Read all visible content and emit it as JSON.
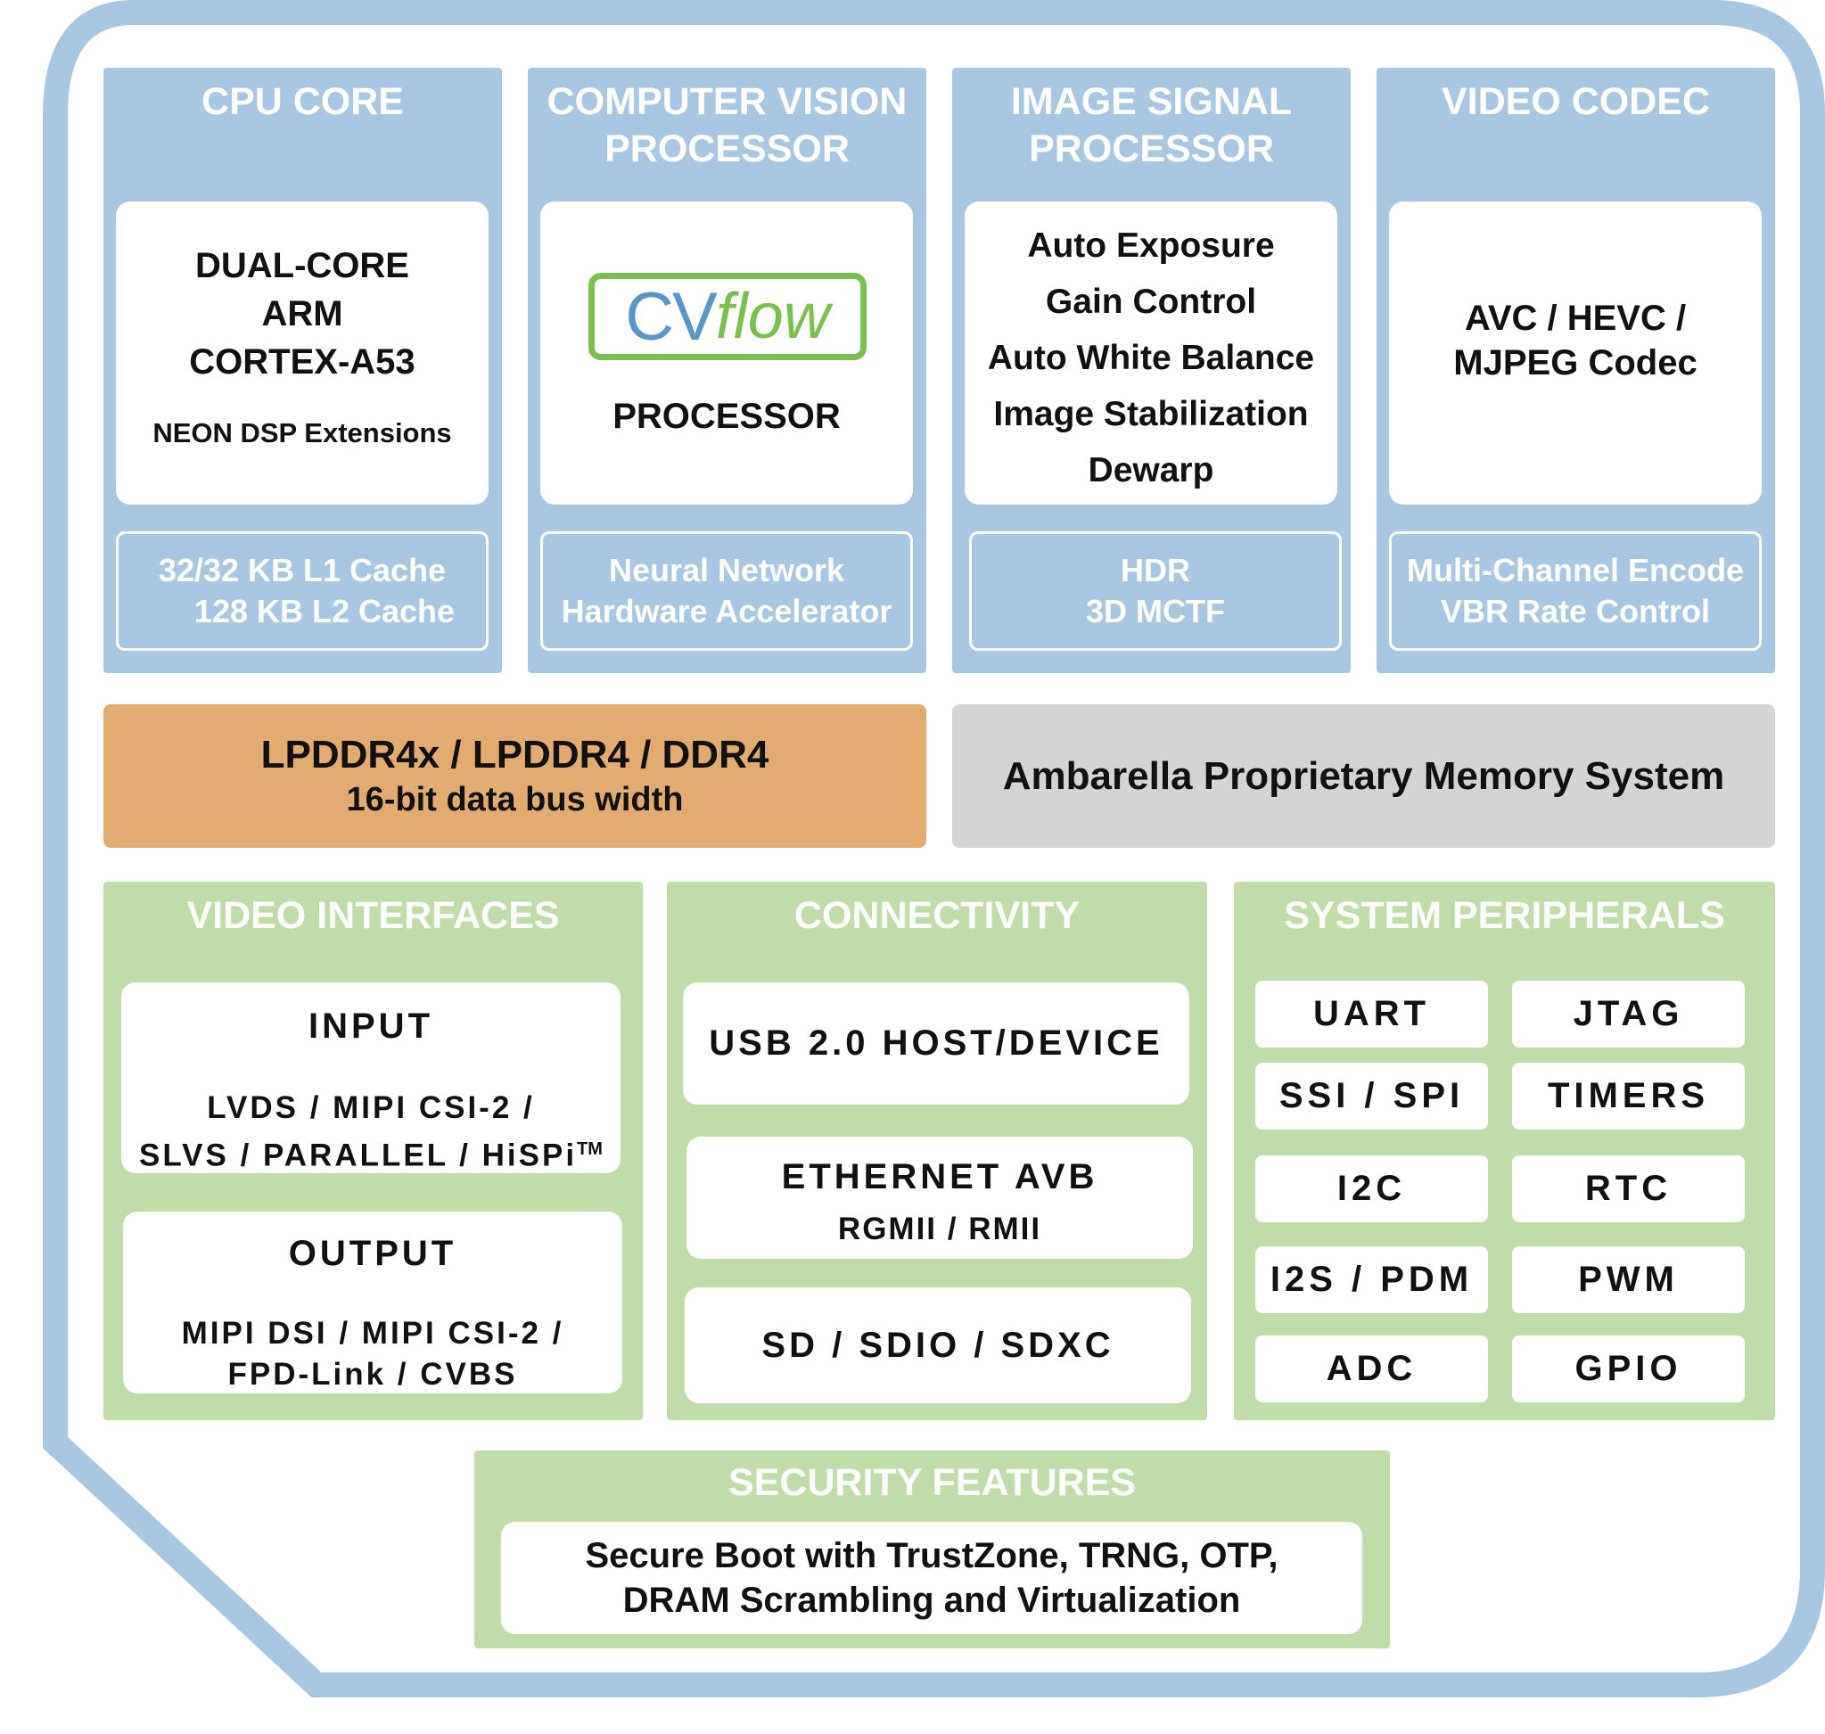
{
  "cpu": {
    "title": "CPU CORE",
    "core_lines": [
      "DUAL-CORE",
      "ARM",
      "CORTEX-A53"
    ],
    "extension": "NEON DSP Extensions",
    "cache_lines": [
      "32/32 KB L1 Cache",
      "128 KB L2 Cache"
    ]
  },
  "cv": {
    "title_lines": [
      "COMPUTER VISION",
      "PROCESSOR"
    ],
    "logo_cv": "CV",
    "logo_flow": "flow",
    "processor": "PROCESSOR",
    "accel_lines": [
      "Neural Network",
      "Hardware Accelerator"
    ]
  },
  "isp": {
    "title_lines": [
      "IMAGE SIGNAL",
      "PROCESSOR"
    ],
    "features": [
      "Auto Exposure",
      "Gain Control",
      "Auto White Balance",
      "Image Stabilization",
      "Dewarp"
    ],
    "extra_lines": [
      "HDR",
      "3D MCTF"
    ]
  },
  "codec": {
    "title": "VIDEO CODEC",
    "codec_lines": [
      "AVC / HEVC /",
      "MJPEG Codec"
    ],
    "encode_lines": [
      "Multi-Channel Encode",
      "VBR Rate Control"
    ]
  },
  "memory": {
    "ddr_line1": "LPDDR4x / LPDDR4 / DDR4",
    "ddr_line2": "16-bit data bus width",
    "system": "Ambarella Proprietary Memory System"
  },
  "video_if": {
    "title": "VIDEO INTERFACES",
    "input_title": "INPUT",
    "input_line1": "LVDS / MIPI CSI-2 /",
    "input_line2": "SLVS / PARALLEL / HiSPi",
    "input_tm": "TM",
    "output_title": "OUTPUT",
    "output_line1": "MIPI DSI / MIPI CSI-2 /",
    "output_line2": "FPD-Link / CVBS"
  },
  "connectivity": {
    "title": "CONNECTIVITY",
    "usb": "USB 2.0 HOST/DEVICE",
    "ethernet": "ETHERNET AVB",
    "ethernet_sub": "RGMII / RMII",
    "sd": "SD / SDIO / SDXC"
  },
  "peripherals": {
    "title": "SYSTEM PERIPHERALS",
    "items": [
      "UART",
      "JTAG",
      "SSI / SPI",
      "TIMERS",
      "I2C",
      "RTC",
      "I2S / PDM",
      "PWM",
      "ADC",
      "GPIO"
    ]
  },
  "security": {
    "title": "SECURITY FEATURES",
    "line1": "Secure Boot with TrustZone, TRNG, OTP,",
    "line2": "DRAM Scrambling and Virtualization"
  },
  "colors": {
    "chip_border": "#a8c7e2",
    "blue_panel": "#a8c7e2",
    "green_panel": "#c0dca8",
    "ddr_orange": "#e2ac70",
    "memory_gray": "#d3d4d6",
    "logo_blue": "#5a95c8",
    "logo_green": "#7bbf4e"
  }
}
